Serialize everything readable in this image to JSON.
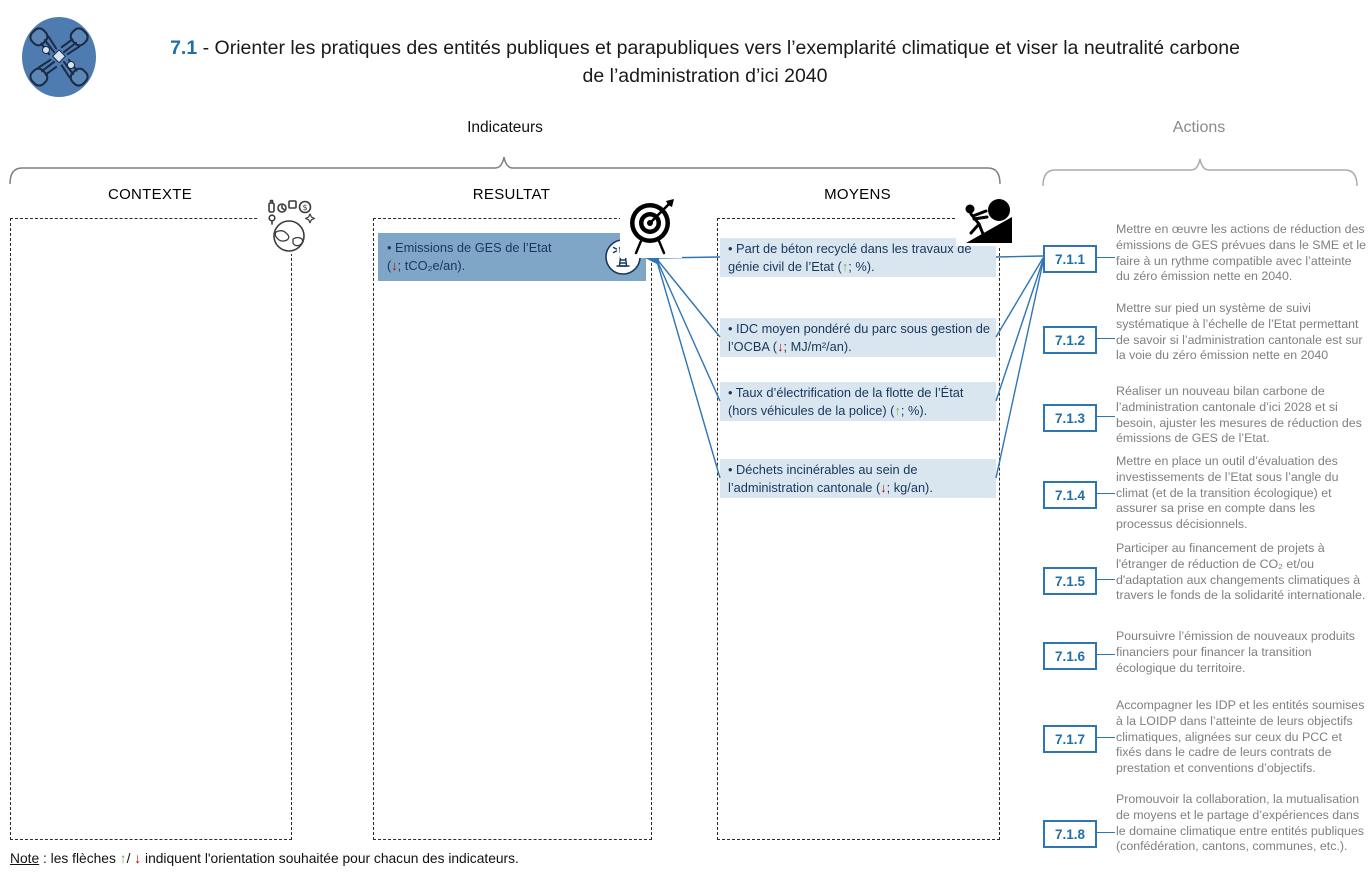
{
  "colors": {
    "accent_blue": "#2E75B6",
    "action_number_blue": "#1F6FA8",
    "title_number_blue": "#1F6FA8",
    "resultat_box_fill": "#7FA6C7",
    "moyens_box_fill": "#DAE6EF",
    "indicator_text": "#17365D",
    "arrow_up_green": "#6FAE46",
    "arrow_down_red": "#C00000",
    "description_gray": "#7F7F7F",
    "logo_blue": "#4E7CB0"
  },
  "header": {
    "logo_icon": "hands-collaboration-icon",
    "number": "7.1",
    "separator": " - ",
    "title": "Orienter les pratiques des entités publiques et parapubliques vers l’exemplarité climatique et viser la neutralité carbone de l’administration d’ici 2040"
  },
  "section_labels": {
    "indicateurs": "Indicateurs",
    "actions": "Actions"
  },
  "columns": {
    "contexte": {
      "header": "CONTEXTE",
      "icon": "globe-markers-icon"
    },
    "resultat": {
      "header": "RESULTAT",
      "icon": "dartboard-target-icon",
      "indicator": {
        "line1": "• Emissions de GES de l’Etat",
        "pre": "(",
        "arrow": "↓",
        "dir": "down",
        "post": "; tCO₂e/an).",
        "badge_icon": "lighthouse-icon"
      }
    },
    "moyens": {
      "header": "MOYENS",
      "icon": "person-pushing-boulder-icon",
      "indicators": [
        {
          "text": "• Part de béton recyclé dans les travaux de génie civil de l’Etat  (",
          "arrow": "↑",
          "dir": "up",
          "post": "; %)."
        },
        {
          "text": "• IDC moyen pondéré du parc sous gestion de l’OCBA (",
          "arrow": "↓",
          "dir": "down",
          "post": "; MJ/m²/an)."
        },
        {
          "text": "• Taux d’électrification de la flotte de l’État (hors véhicules de la police) (",
          "arrow": "↑",
          "dir": "up",
          "post": "; %)."
        },
        {
          "text": "• Déchets incinérables au sein de l’administration cantonale (",
          "arrow": "↓",
          "dir": "down",
          "post": "; kg/an)."
        }
      ]
    }
  },
  "actions": [
    {
      "id": "7.1.1",
      "text": "Mettre en œuvre les actions de réduction des émissions de GES prévues dans le SME et le faire à un rythme compatible avec l’atteinte du zéro émission nette en 2040."
    },
    {
      "id": "7.1.2",
      "text": "Mettre sur pied un système de suivi systématique à l’échelle de l’Etat permettant de savoir si l’administration cantonale est sur la voie du zéro émission nette en 2040"
    },
    {
      "id": "7.1.3",
      "text": "Réaliser un nouveau bilan carbone de l’administration cantonale d’ici 2028 et si besoin, ajuster les mesures de réduction des émissions de GES de l’Etat."
    },
    {
      "id": "7.1.4",
      "text": "Mettre en place un outil d’évaluation des investissements de l’Etat sous l’angle du climat (et de la transition écologique) et assurer sa prise en compte dans les processus décisionnels."
    },
    {
      "id": "7.1.5",
      "text": "Participer au financement de projets à l'étranger de réduction de CO₂ et/ou d'adaptation aux changements climatiques à travers le fonds de la solidarité internationale."
    },
    {
      "id": "7.1.6",
      "text": "Poursuivre l’émission de nouveaux produits financiers pour financer la transition écologique du territoire."
    },
    {
      "id": "7.1.7",
      "text": "Accompagner les IDP et les entités soumises à la LOIDP dans l’atteinte de leurs objectifs climatiques, alignées sur ceux du PCC et fixés dans le cadre de leurs contrats de prestation et conventions d’objectifs."
    },
    {
      "id": "7.1.8",
      "text": "Promouvoir la collaboration, la mutualisation de moyens et le partage d’expériences dans le domaine climatique entre entités publiques (confédération, cantons, communes, etc.)."
    }
  ],
  "note": {
    "label": "Note",
    "pre": " : les flèches ",
    "up_arrow": "↑",
    "slash": "/ ",
    "down_arrow": "↓",
    "post": " indiquent l'orientation souhaitée pour chacun des indicateurs."
  }
}
